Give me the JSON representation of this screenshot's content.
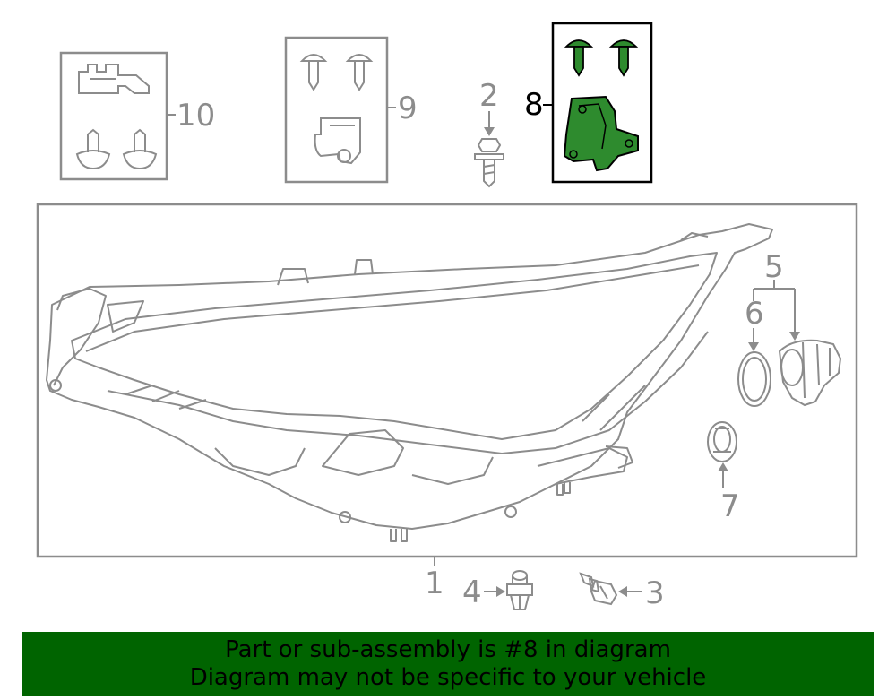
{
  "callouts": {
    "c1": "1",
    "c2": "2",
    "c3": "3",
    "c4": "4",
    "c5": "5",
    "c6": "6",
    "c7": "7",
    "c8": "8",
    "c9": "9",
    "c10": "10"
  },
  "highlighted_part": "8",
  "banner": {
    "line1": "Part or sub-assembly is #8 in diagram",
    "line2": "Diagram may not be specific to your vehicle"
  },
  "colors": {
    "line": "#8c8c8c",
    "highlight_fill": "#2e8b2e",
    "banner_bg": "#006400",
    "background": "#ffffff"
  }
}
